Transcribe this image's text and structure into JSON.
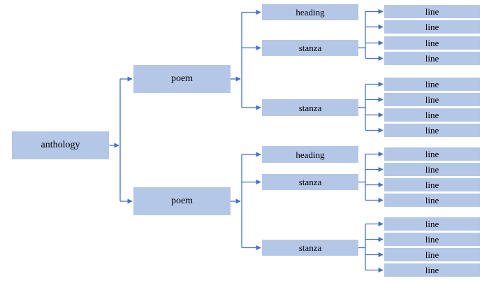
{
  "diagram": {
    "root": {
      "label": "anthology"
    },
    "poems": [
      {
        "label": "poem",
        "children": [
          {
            "type": "heading",
            "label": "heading"
          },
          {
            "type": "stanza",
            "label": "stanza",
            "lines": [
              "line",
              "line",
              "line",
              "line"
            ]
          },
          {
            "type": "stanza",
            "label": "stanza",
            "lines": [
              "line",
              "line",
              "line",
              "line"
            ]
          }
        ]
      },
      {
        "label": "poem",
        "children": [
          {
            "type": "heading",
            "label": "heading"
          },
          {
            "type": "stanza",
            "label": "stanza",
            "lines": [
              "line",
              "line",
              "line",
              "line"
            ]
          },
          {
            "type": "stanza",
            "label": "stanza",
            "lines": [
              "line",
              "line",
              "line",
              "line"
            ]
          }
        ]
      }
    ],
    "colors": {
      "node_fill": "#b4c7e7",
      "connector": "#4472c4",
      "text": "#000000",
      "background": "#ffffff"
    }
  }
}
